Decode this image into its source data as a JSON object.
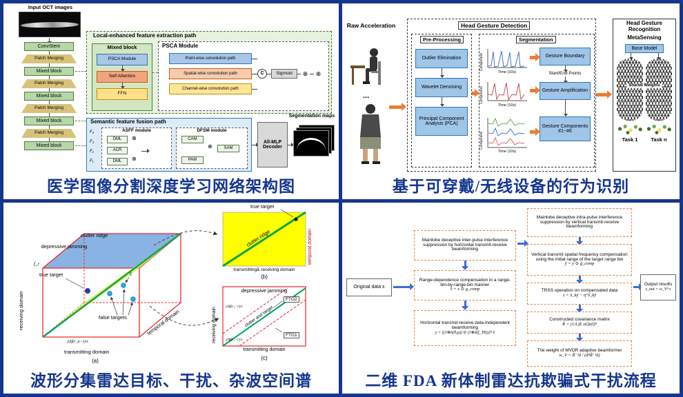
{
  "captions": {
    "tl": "医学图像分割深度学习网络架构图",
    "tr": "基于可穿戴/无线设备的行为识别",
    "bl": "波形分集雷达目标、干扰、杂波空间谱",
    "br": "二维 FDA 新体制雷达抗欺骗式干扰流程"
  },
  "tl": {
    "input_label": "Input OCT images",
    "chain": [
      "ConvStem",
      "Patch Merging",
      "Mixed block",
      "Patch Merging",
      "Mixed block",
      "Patch Merging",
      "Mixed block",
      "Patch Merging",
      "Mixed block"
    ],
    "local_title": "Local-enhanced feature extraction path",
    "mixed_title": "Mixed block",
    "mixed_items": [
      "PSCA Module",
      "Self Attention",
      "FFN"
    ],
    "psca_title": "PSCA Module",
    "psca_paths": [
      "Point-wise convolution path",
      "Spatial-wise convolution path",
      "Channel-wise convolution path"
    ],
    "concat": "C",
    "sigmoid": "Sigmoid",
    "otimes": "⊗",
    "oplus": "⊕",
    "semantic_title": "Semantic feature fusion path",
    "features": [
      "F₄",
      "F₃",
      "F₂",
      "F₁"
    ],
    "asff_title": "ASFF module",
    "asff_items": [
      "DML",
      "ACR",
      "DML"
    ],
    "dfsm_title": "DFSM module",
    "dfsm_items": [
      "CAM",
      "SAM",
      "PAM"
    ],
    "decoder": "All-MLP Decoder",
    "seg_maps": "Segmentation maps"
  },
  "tr": {
    "raw": "Raw Acceleration",
    "dots": "...",
    "detect_title": "Head Gesture Detection",
    "pre_title": "Pre-Processing",
    "pre_steps": [
      "Outlier Elimination",
      "Wavelet Denoising",
      "Principal Component Analysis (PCA)"
    ],
    "seg_title": "Segmentation",
    "seg_steps": [
      "Gesture Boundary",
      "Gesture Amplification",
      "Gesture Components #1~#6"
    ],
    "start_end": "Start/End Points",
    "time_axis": "Time (10s)",
    "component": "Component",
    "recog_title": "Head Gesture Recognition",
    "metasensing": "MetaSensing",
    "base_model": "Base Model",
    "shared_weights": "Shared Weights",
    "task_1": "Task 1",
    "task_n": "Task n"
  },
  "bl": {
    "clutter_ridge": "clutter ridge",
    "jamming": "depressive jamming",
    "true_target": "true target",
    "false_targets": "false targets",
    "s_hat": "ŝ",
    "f_r": "f_r",
    "receiving": "receiving domain",
    "transmitting": "transmitting domain",
    "temporal": "temporal domain",
    "formula": "2Δf(r_a−r)/c",
    "label_a": "(a)",
    "b_true_target": "true target",
    "b_clutter": "clutter ridge",
    "b_temporal": "temporal domain",
    "b_axis": "transmitting& receiving domain",
    "label_b": "(b)",
    "c_title": "depressive jamming",
    "c_clutter": "clutter and target",
    "ftg1": "FTG1",
    "ftg2": "FTG2",
    "c_receiving": "receiving domain",
    "c_transmitting": "transmitting domain",
    "c_formula_1": "2Δf(r₁−r)/c",
    "c_formula_2": "2Δf(r₂−r)/c",
    "label_c": "(c)"
  },
  "br": {
    "original": "Original data x",
    "l1": "Mainlobe deceptive inter-pulse interference suppression by horizontal transmit-receive beamforming",
    "l2": "Range-dependence compensation in a range-bin-by-range-bin manner",
    "l2f": "x̃ = x ⊙ g_comp",
    "l3": "Horizontal transmit-receive data-independent beamforming",
    "l3f": "y = [(1⊗b(θ,φ)) ⊙ (1⊗ã(f_TR))]ᴴ x̃",
    "r1": "Mainlobe deceptive intra-pulse interference suppression by vertical transmit-receive beamforming",
    "r2": "Vertical transmit spatial frequency compensation using the initial range of the target range bin",
    "r2f": "ỹ = y ⊙ g̃_comp",
    "r3": "TRSS operation on compensated data",
    "r3f": "z = S_kỹ − ηᵀS_kỹ",
    "r4": "Constructed covariance matrix",
    "r4f": "R̂ = (1/L)Σ z(l)z(l)ᴴ",
    "r5": "The weight of MVDR adaptive beamformer",
    "r5f": "w_V = R̂⁻¹ã / (ãᴴR̂⁻¹ã)",
    "out_title": "Output results",
    "out_f": "z_out = w_Vᴴ z"
  }
}
